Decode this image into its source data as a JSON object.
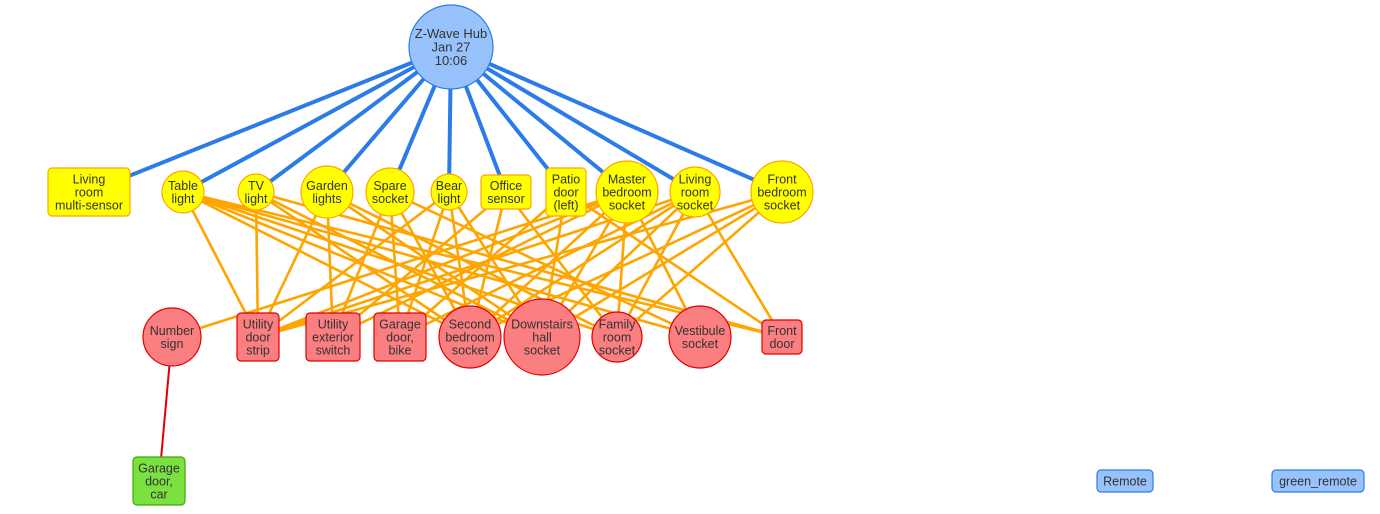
{
  "colors": {
    "hub_fill": "#97C2FC",
    "hub_border": "#2B7CE9",
    "hop1_fill": "#FFFF00",
    "hop1_border": "#FFA500",
    "hop2_fill": "#FB7E81",
    "hop2_border": "#E00000",
    "hop3_fill": "#7BE141",
    "hop3_border": "#41A906",
    "edge_hub": "#2B7CE9",
    "edge_mesh": "#FFA500",
    "edge_red": "#E00000",
    "text": "#333333"
  },
  "nodes": [
    {
      "id": "hub",
      "label": [
        "Z-Wave Hub",
        "Jan 27",
        "10:06"
      ],
      "shape": "circle",
      "group": "hub"
    },
    {
      "id": "living_multi",
      "label": [
        "Living",
        "room",
        "multi-sensor"
      ],
      "shape": "box",
      "group": "hop1"
    },
    {
      "id": "table_light",
      "label": [
        "Table",
        "light"
      ],
      "shape": "circle",
      "group": "hop1"
    },
    {
      "id": "tv_light",
      "label": [
        "TV",
        "light"
      ],
      "shape": "circle",
      "group": "hop1"
    },
    {
      "id": "garden_lights",
      "label": [
        "Garden",
        "lights"
      ],
      "shape": "circle",
      "group": "hop1"
    },
    {
      "id": "spare_socket",
      "label": [
        "Spare",
        "socket"
      ],
      "shape": "circle",
      "group": "hop1"
    },
    {
      "id": "bear_light",
      "label": [
        "Bear",
        "light"
      ],
      "shape": "circle",
      "group": "hop1"
    },
    {
      "id": "office_sensor",
      "label": [
        "Office",
        "sensor"
      ],
      "shape": "box",
      "group": "hop1"
    },
    {
      "id": "patio_door",
      "label": [
        "Patio",
        "door",
        "(left)"
      ],
      "shape": "box",
      "group": "hop1"
    },
    {
      "id": "master_socket",
      "label": [
        "Master",
        "bedroom",
        "socket"
      ],
      "shape": "circle",
      "group": "hop1"
    },
    {
      "id": "living_socket",
      "label": [
        "Living",
        "room",
        "socket"
      ],
      "shape": "circle",
      "group": "hop1"
    },
    {
      "id": "front_socket",
      "label": [
        "Front",
        "bedroom",
        "socket"
      ],
      "shape": "circle",
      "group": "hop1"
    },
    {
      "id": "number_sign",
      "label": [
        "Number",
        "sign"
      ],
      "shape": "circle",
      "group": "hop2"
    },
    {
      "id": "utility_strip",
      "label": [
        "Utility",
        "door",
        "strip"
      ],
      "shape": "box",
      "group": "hop2"
    },
    {
      "id": "utility_ext",
      "label": [
        "Utility",
        "exterior",
        "switch"
      ],
      "shape": "box",
      "group": "hop2"
    },
    {
      "id": "garage_bike",
      "label": [
        "Garage",
        "door,",
        "bike"
      ],
      "shape": "box",
      "group": "hop2"
    },
    {
      "id": "second_socket",
      "label": [
        "Second",
        "bedroom",
        "socket"
      ],
      "shape": "circle",
      "group": "hop2"
    },
    {
      "id": "downstairs_socket",
      "label": [
        "Downstairs",
        "hall",
        "socket"
      ],
      "shape": "circle",
      "group": "hop2"
    },
    {
      "id": "family_socket",
      "label": [
        "Family",
        "room",
        "socket"
      ],
      "shape": "circle",
      "group": "hop2"
    },
    {
      "id": "vestibule_socket",
      "label": [
        "Vestibule",
        "socket"
      ],
      "shape": "circle",
      "group": "hop2"
    },
    {
      "id": "front_door",
      "label": [
        "Front",
        "door"
      ],
      "shape": "box",
      "group": "hop2"
    },
    {
      "id": "garage_car",
      "label": [
        "Garage",
        "door,",
        "car"
      ],
      "shape": "box",
      "group": "hop3"
    },
    {
      "id": "remote",
      "label": [
        "Remote"
      ],
      "shape": "box",
      "group": "hub"
    },
    {
      "id": "green_remote",
      "label": [
        "green_remote"
      ],
      "shape": "box",
      "group": "hub"
    }
  ],
  "edges": [
    {
      "from": "hub",
      "to": "living_multi",
      "kind": "hub"
    },
    {
      "from": "hub",
      "to": "table_light",
      "kind": "hub"
    },
    {
      "from": "hub",
      "to": "tv_light",
      "kind": "hub"
    },
    {
      "from": "hub",
      "to": "garden_lights",
      "kind": "hub"
    },
    {
      "from": "hub",
      "to": "spare_socket",
      "kind": "hub"
    },
    {
      "from": "hub",
      "to": "bear_light",
      "kind": "hub"
    },
    {
      "from": "hub",
      "to": "office_sensor",
      "kind": "hub"
    },
    {
      "from": "hub",
      "to": "patio_door",
      "kind": "hub"
    },
    {
      "from": "hub",
      "to": "master_socket",
      "kind": "hub"
    },
    {
      "from": "hub",
      "to": "living_socket",
      "kind": "hub"
    },
    {
      "from": "hub",
      "to": "front_socket",
      "kind": "hub"
    },
    {
      "from": "table_light",
      "to": "utility_strip",
      "kind": "mesh"
    },
    {
      "from": "table_light",
      "to": "second_socket",
      "kind": "mesh"
    },
    {
      "from": "table_light",
      "to": "downstairs_socket",
      "kind": "mesh"
    },
    {
      "from": "table_light",
      "to": "family_socket",
      "kind": "mesh"
    },
    {
      "from": "table_light",
      "to": "vestibule_socket",
      "kind": "mesh"
    },
    {
      "from": "table_light",
      "to": "front_door",
      "kind": "mesh"
    },
    {
      "from": "tv_light",
      "to": "utility_strip",
      "kind": "mesh"
    },
    {
      "from": "tv_light",
      "to": "second_socket",
      "kind": "mesh"
    },
    {
      "from": "tv_light",
      "to": "downstairs_socket",
      "kind": "mesh"
    },
    {
      "from": "tv_light",
      "to": "front_door",
      "kind": "mesh"
    },
    {
      "from": "garden_lights",
      "to": "utility_strip",
      "kind": "mesh"
    },
    {
      "from": "garden_lights",
      "to": "utility_ext",
      "kind": "mesh"
    },
    {
      "from": "garden_lights",
      "to": "downstairs_socket",
      "kind": "mesh"
    },
    {
      "from": "garden_lights",
      "to": "family_socket",
      "kind": "mesh"
    },
    {
      "from": "spare_socket",
      "to": "utility_ext",
      "kind": "mesh"
    },
    {
      "from": "spare_socket",
      "to": "garage_bike",
      "kind": "mesh"
    },
    {
      "from": "spare_socket",
      "to": "second_socket",
      "kind": "mesh"
    },
    {
      "from": "spare_socket",
      "to": "vestibule_socket",
      "kind": "mesh"
    },
    {
      "from": "bear_light",
      "to": "utility_strip",
      "kind": "mesh"
    },
    {
      "from": "bear_light",
      "to": "garage_bike",
      "kind": "mesh"
    },
    {
      "from": "bear_light",
      "to": "second_socket",
      "kind": "mesh"
    },
    {
      "from": "bear_light",
      "to": "downstairs_socket",
      "kind": "mesh"
    },
    {
      "from": "office_sensor",
      "to": "utility_ext",
      "kind": "mesh"
    },
    {
      "from": "office_sensor",
      "to": "second_socket",
      "kind": "mesh"
    },
    {
      "from": "office_sensor",
      "to": "family_socket",
      "kind": "mesh"
    },
    {
      "from": "patio_door",
      "to": "garage_bike",
      "kind": "mesh"
    },
    {
      "from": "patio_door",
      "to": "downstairs_socket",
      "kind": "mesh"
    },
    {
      "from": "patio_door",
      "to": "front_door",
      "kind": "mesh"
    },
    {
      "from": "master_socket",
      "to": "number_sign",
      "kind": "mesh"
    },
    {
      "from": "master_socket",
      "to": "utility_strip",
      "kind": "mesh"
    },
    {
      "from": "master_socket",
      "to": "utility_ext",
      "kind": "mesh"
    },
    {
      "from": "master_socket",
      "to": "second_socket",
      "kind": "mesh"
    },
    {
      "from": "master_socket",
      "to": "downstairs_socket",
      "kind": "mesh"
    },
    {
      "from": "master_socket",
      "to": "family_socket",
      "kind": "mesh"
    },
    {
      "from": "master_socket",
      "to": "vestibule_socket",
      "kind": "mesh"
    },
    {
      "from": "living_socket",
      "to": "utility_strip",
      "kind": "mesh"
    },
    {
      "from": "living_socket",
      "to": "garage_bike",
      "kind": "mesh"
    },
    {
      "from": "living_socket",
      "to": "second_socket",
      "kind": "mesh"
    },
    {
      "from": "living_socket",
      "to": "downstairs_socket",
      "kind": "mesh"
    },
    {
      "from": "living_socket",
      "to": "family_socket",
      "kind": "mesh"
    },
    {
      "from": "living_socket",
      "to": "front_door",
      "kind": "mesh"
    },
    {
      "from": "front_socket",
      "to": "utility_strip",
      "kind": "mesh"
    },
    {
      "from": "front_socket",
      "to": "second_socket",
      "kind": "mesh"
    },
    {
      "from": "front_socket",
      "to": "downstairs_socket",
      "kind": "mesh"
    },
    {
      "from": "front_socket",
      "to": "family_socket",
      "kind": "mesh"
    },
    {
      "from": "number_sign",
      "to": "garage_car",
      "kind": "red"
    }
  ]
}
